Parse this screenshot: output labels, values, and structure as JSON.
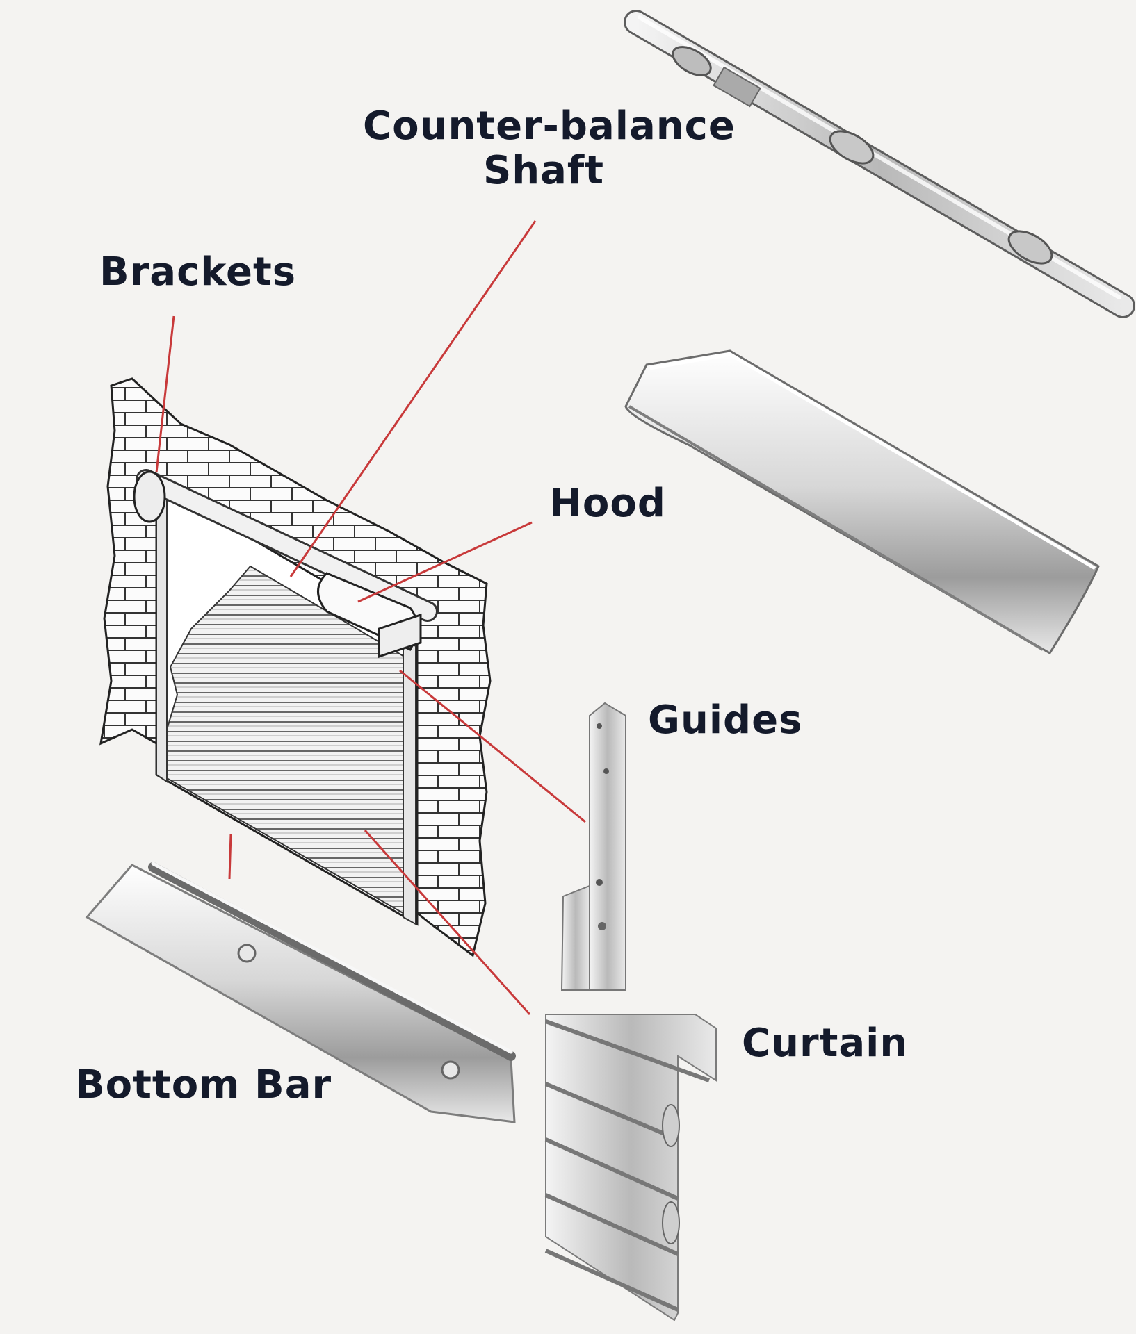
{
  "labels": {
    "counter_balance_line1": "Counter-balance",
    "counter_balance_line2": "Shaft",
    "brackets": "Brackets",
    "hood": "Hood",
    "guides": "Guides",
    "curtain": "Curtain",
    "bottom_bar": "Bottom Bar"
  },
  "colors": {
    "leader_line": "#c8393a",
    "label_text": "#141a2b",
    "background": "#f4f3f1"
  }
}
